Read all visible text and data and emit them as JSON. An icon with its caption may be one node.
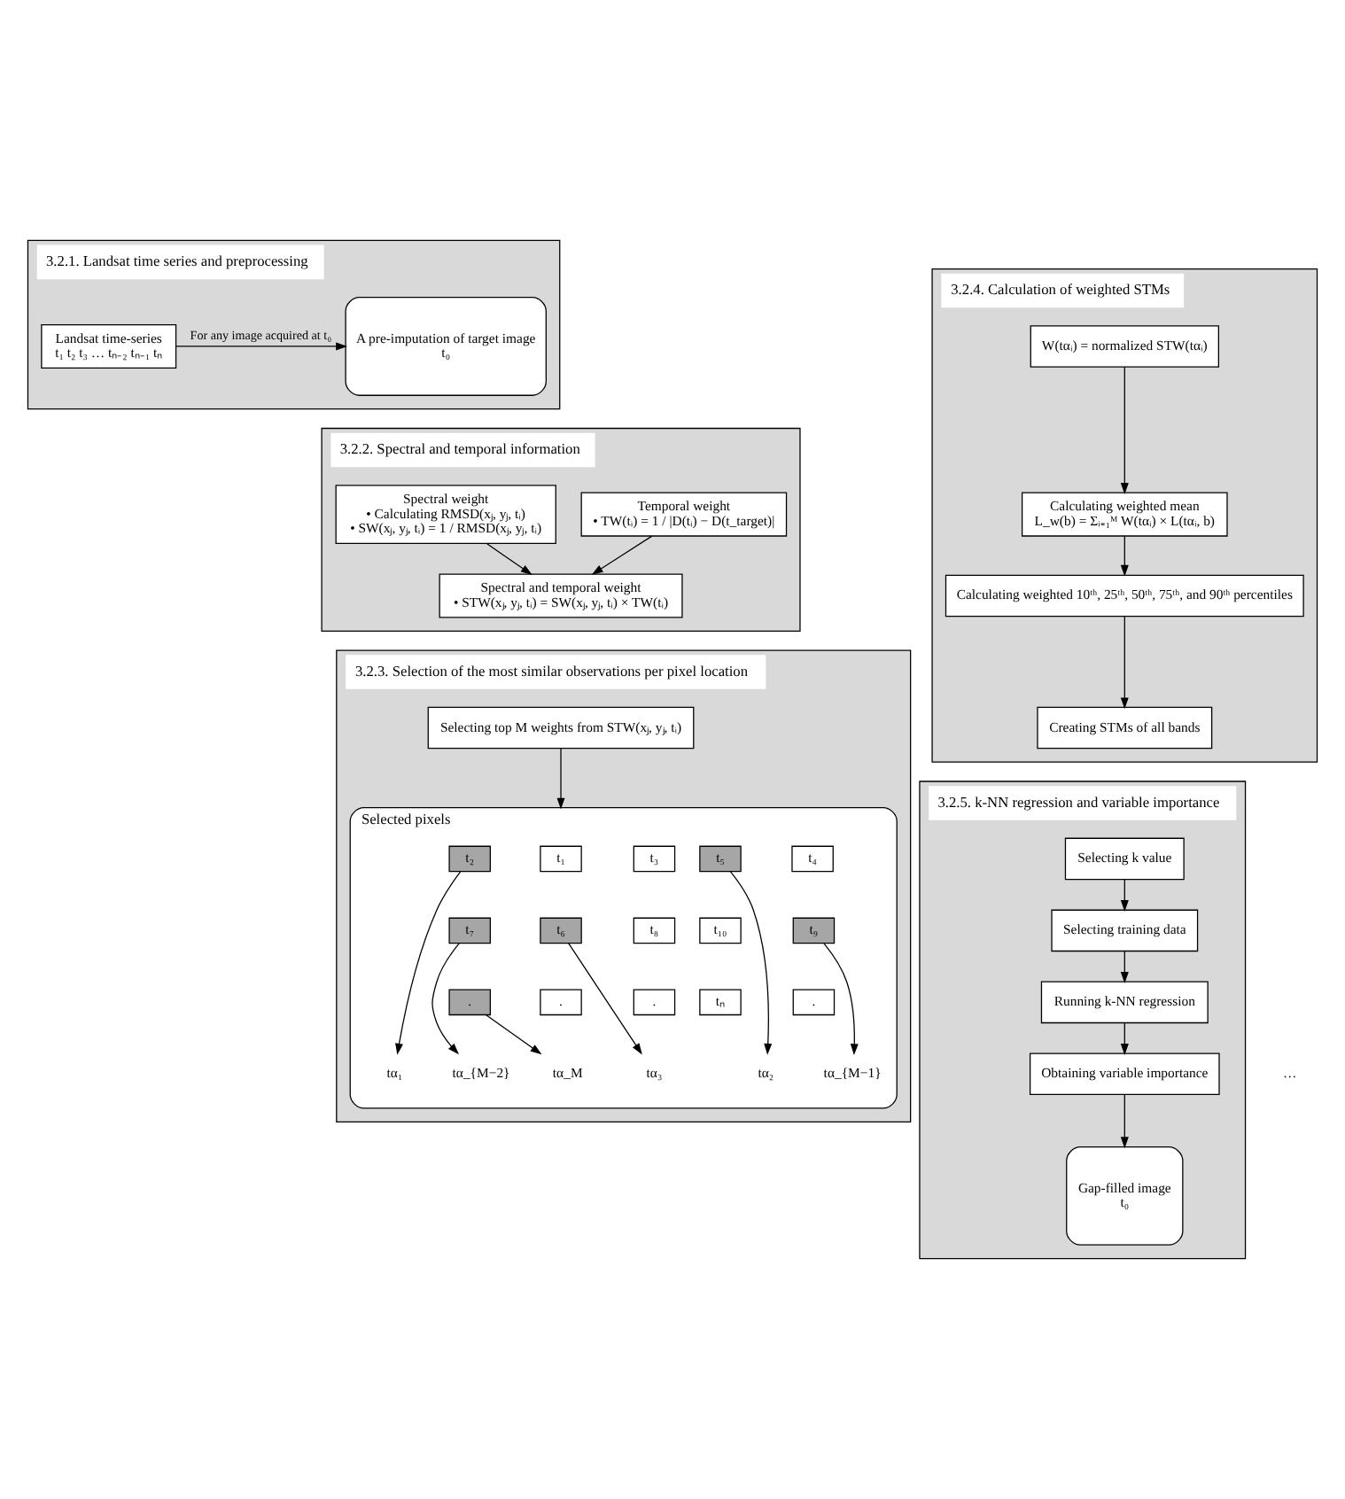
{
  "diagram": {
    "nodes": [
      {
        "text": [
          "3.2.1. Landsat time series and preprocessing"
        ]
      },
      {
        "text": [
          "Landsat time-series",
          "t₁ t₂ t₃ … tₙ₋₂ tₙ₋₁ tₙ"
        ],
        "in": 0
      },
      {
        "text": [
          "A pre-imputation of target image",
          "t₀"
        ],
        "in": 0
      },
      {
        "text": [
          "3.2.2. Spectral and temporal information"
        ]
      },
      {
        "text": [
          "Spectral weight",
          "• Calculating RMSD(xⱼ, yⱼ, tᵢ)",
          "• SW(xⱼ, yⱼ, tᵢ) = 1 / RMSD(xⱼ, yⱼ, tᵢ)"
        ],
        "in": 3
      },
      {
        "text": [
          "Temporal weight",
          "• TW(tᵢ) = 1 / |D(tᵢ) − D(t_target)|"
        ],
        "in": 3
      },
      {
        "text": [
          "Spectral and temporal weight",
          "• STW(xⱼ, yⱼ, tᵢ) = SW(xⱼ, yⱼ, tᵢ) × TW(tᵢ)"
        ],
        "in": 3
      },
      {
        "text": [
          "3.2.3. Selection of the most similar observations per pixel location"
        ]
      },
      {
        "text": [
          "Selecting top M weights from STW(xⱼ, yⱼ, tᵢ)"
        ],
        "in": 7
      },
      {
        "text": [
          "Selected pixels"
        ],
        "in": 7
      },
      {
        "text": [
          "t₁"
        ],
        "in": 9
      },
      {
        "text": [
          "t₂"
        ],
        "in": 9
      },
      {
        "text": [
          "t₃"
        ],
        "in": 9
      },
      {
        "text": [
          "t₄"
        ],
        "in": 9
      },
      {
        "text": [
          "t₅"
        ],
        "in": 9
      },
      {
        "text": [
          "t₆"
        ],
        "in": 9
      },
      {
        "text": [
          "t₇"
        ],
        "in": 9
      },
      {
        "text": [
          "t₈"
        ],
        "in": 9
      },
      {
        "text": [
          "t₉"
        ],
        "in": 9
      },
      {
        "text": [
          "t₁₀"
        ],
        "in": 9
      },
      {
        "text": [
          "."
        ],
        "in": 9
      },
      {
        "text": [
          "."
        ],
        "in": 9
      },
      {
        "text": [
          "."
        ],
        "in": 9
      },
      {
        "text": [
          "."
        ],
        "in": 9
      },
      {
        "text": [
          "tₙ"
        ],
        "in": 9
      },
      {
        "text": [
          "tα₁"
        ],
        "in": 9
      },
      {
        "text": [
          "tα₂"
        ],
        "in": 9
      },
      {
        "text": [
          "tα₃"
        ],
        "in": 9
      },
      {
        "text": [
          "tα_{M−2}"
        ],
        "in": 9
      },
      {
        "text": [
          "tα_{M−1}"
        ],
        "in": 9
      },
      {
        "text": [
          "tα_M"
        ],
        "in": 9
      },
      {
        "text": [
          "3.2.4. Calculation of weighted STMs"
        ]
      },
      {
        "text": [
          "W(tαᵢ) = normalized STW(tαᵢ)"
        ],
        "in": 31
      },
      {
        "text": [
          "Calculating weighted mean",
          "L_w(b) = Σᵢ₌₁ᴹ W(tαᵢ) × L(tαᵢ, b)"
        ],
        "in": 31
      },
      {
        "text": [
          "Calculating weighted 10ᵗʰ, 25ᵗʰ, 50ᵗʰ, 75ᵗʰ, and 90ᵗʰ percentiles"
        ],
        "in": 31
      },
      {
        "text": [
          "Creating STMs of all bands"
        ],
        "in": 31
      },
      {
        "text": [
          "3.2.5. k-NN regression and variable importance"
        ]
      },
      {
        "text": [
          "Selecting k value"
        ],
        "in": 36
      },
      {
        "text": [
          "Selecting training data"
        ],
        "in": 36
      },
      {
        "text": [
          "Running k-NN regression"
        ],
        "in": 36
      },
      {
        "text": [
          "Obtaining variable importance"
        ],
        "in": 36
      },
      {
        "text": [
          "Gap-filled image",
          "t₀"
        ],
        "in": 36
      }
    ],
    "edges": [
      {
        "from": 1,
        "to": 2,
        "arrow": "to",
        "label": "For any image acquired at t₀"
      },
      {
        "from": 4,
        "to": 6,
        "arrow": "to"
      },
      {
        "from": 5,
        "to": 6,
        "arrow": "to"
      },
      {
        "from": 8,
        "to": 9,
        "arrow": "to"
      },
      {
        "from": 11,
        "to": 25,
        "arrow": "to"
      },
      {
        "from": 14,
        "to": 26,
        "arrow": "to"
      },
      {
        "from": 15,
        "to": 27,
        "arrow": "to"
      },
      {
        "from": 16,
        "to": 28,
        "arrow": "to"
      },
      {
        "from": 18,
        "to": 29,
        "arrow": "to"
      },
      {
        "from": 21,
        "to": 30,
        "arrow": "to"
      },
      {
        "from": 32,
        "to": 33,
        "arrow": "to"
      },
      {
        "from": 33,
        "to": 34,
        "arrow": "to"
      },
      {
        "from": 34,
        "to": 35,
        "arrow": "to"
      },
      {
        "from": 37,
        "to": 38,
        "arrow": "to"
      },
      {
        "from": 38,
        "to": 39,
        "arrow": "to"
      },
      {
        "from": 39,
        "to": 40,
        "arrow": "to"
      },
      {
        "from": 40,
        "to": 41,
        "arrow": "to"
      }
    ],
    "labels": [
      "…"
    ]
  }
}
